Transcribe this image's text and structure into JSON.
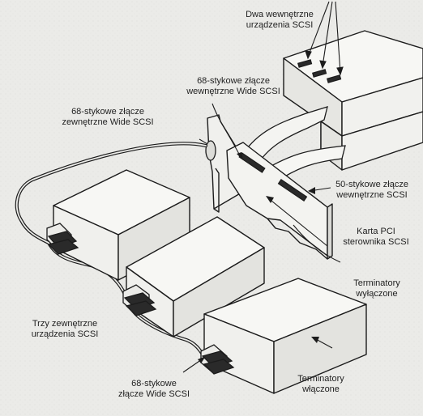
{
  "labels": {
    "internal_devices": {
      "line1": "Dwa wewnętrzne",
      "line2": "urządzenia SCSI"
    },
    "internal_68_connector": {
      "line1": "68-stykowe złącze",
      "line2": "wewnętrzne Wide SCSI"
    },
    "external_68_connector": {
      "line1": "68-stykowe złącze",
      "line2": "zewnętrzne Wide SCSI"
    },
    "internal_50_connector": {
      "line1": "50-stykowe złącze",
      "line2": "wewnętrzne SCSI"
    },
    "pci_card": {
      "line1": "Karta PCI",
      "line2": "sterownika SCSI"
    },
    "terminators_off": {
      "line1": "Terminatory",
      "line2": "wyłączone"
    },
    "external_devices": {
      "line1": "Trzy zewnętrzne",
      "line2": "urządzenia SCSI"
    },
    "wide_connector": {
      "line1": "68-stykowe",
      "line2": "złącze Wide SCSI"
    },
    "terminators_on": {
      "line1": "Terminatory",
      "line2": "włączone"
    }
  },
  "colors": {
    "background": "#ebebe8",
    "line": "#1c1c1c",
    "box_top": "#f7f7f4",
    "box_front": "#f1f1ee",
    "box_side": "#e2e2de",
    "board": "#f3f3f0"
  }
}
